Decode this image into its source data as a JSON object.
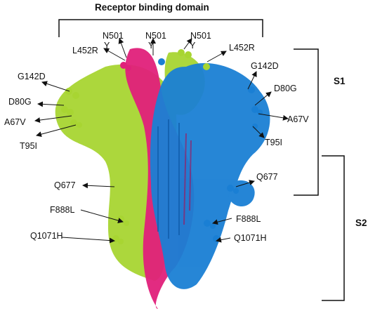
{
  "title": "Receptor binding domain",
  "segments": {
    "s1": "S1",
    "s2": "S2"
  },
  "colors": {
    "chain_green": "#a8d532",
    "chain_magenta": "#e0207a",
    "chain_blue": "#1a7fd4",
    "text": "#111111"
  },
  "left_labels": [
    "N501",
    "Y",
    "L452R",
    "G142D",
    "D80G",
    "A67V",
    "T95I",
    "Q677",
    "F888L",
    "Q1071H"
  ],
  "center_labels": [
    "N501",
    "Y"
  ],
  "right_labels": [
    "N501",
    "Y",
    "L452R",
    "G142D",
    "D80G",
    "A67V",
    "T95I",
    "Q677",
    "F888L",
    "Q1071H"
  ]
}
